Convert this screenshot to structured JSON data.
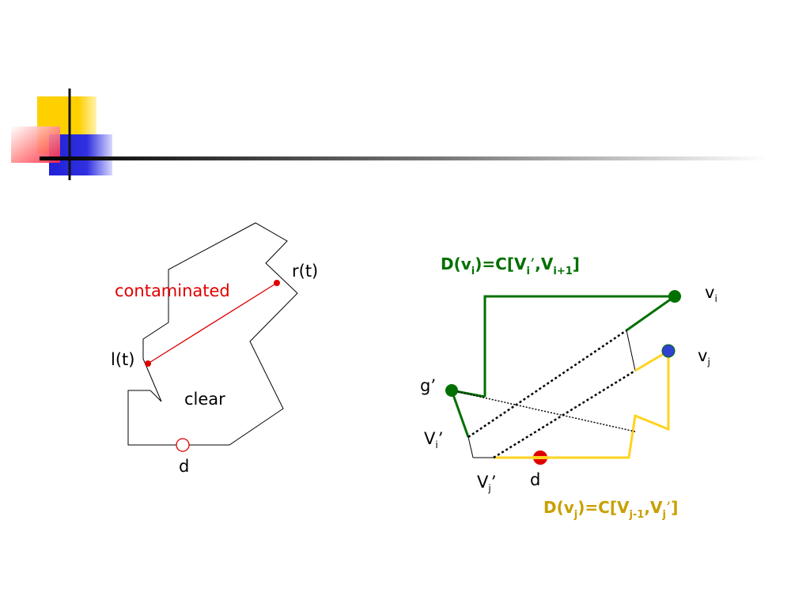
{
  "left_diagram": {
    "contaminated": "contaminated",
    "r": "r(t)",
    "l": "l(t)",
    "clear": "clear",
    "d": "d"
  },
  "right_diagram": {
    "formula_i": {
      "a": "D(v",
      "b": "i",
      "c": ")=C[V",
      "d": "i",
      "e": "’",
      "f": ",V",
      "g": "i+1",
      "h": "]"
    },
    "formula_j": {
      "a": "D(v",
      "b": "j",
      "c": ")=C[V",
      "d": "j-1",
      "e": ",V",
      "f": "j",
      "g": "’",
      "h": "]"
    },
    "vi": {
      "base": "v",
      "sub": "i"
    },
    "vj": {
      "base": "v",
      "sub": "j"
    },
    "g": {
      "base": "g",
      "prime": "’"
    },
    "Vi": {
      "base": "V",
      "sub": "i",
      "prime": "’"
    },
    "Vj": {
      "base": "V",
      "sub": "j",
      "prime": "’"
    },
    "d": "d"
  },
  "colors": {
    "green": "#007000",
    "gold": "#ffd320",
    "gold_text": "#c8a000",
    "red": "#e00000",
    "blue_node": "#3040d0",
    "deco_yellow": "#ffd000",
    "deco_blue": "#3030e0",
    "deco_red": "#ff3040"
  }
}
